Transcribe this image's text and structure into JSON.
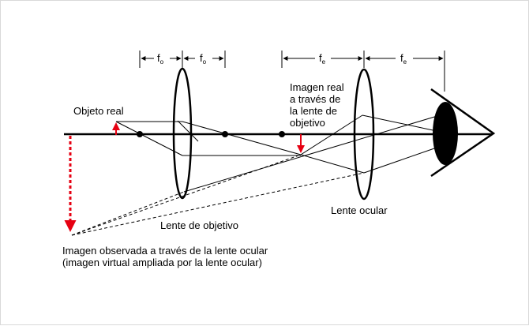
{
  "labels": {
    "objeto_real": "Objeto real",
    "imagen_real": [
      "Imagen real",
      "a través de",
      "la lente de",
      "objetivo"
    ],
    "lente_objetivo": "Lente de objetivo",
    "lente_ocular": "Lente ocular",
    "imagen_observada": [
      "Imagen observada a través de la lente ocular",
      "(imagen virtual ampliada por la lente ocular)"
    ]
  },
  "focal_marks": {
    "objective": {
      "symbol": "f",
      "sub": "o"
    },
    "eyepiece": {
      "symbol": "f",
      "sub": "e"
    }
  },
  "colors": {
    "line": "#000000",
    "arrow": "#e60012",
    "border": "#d9d9d9"
  }
}
